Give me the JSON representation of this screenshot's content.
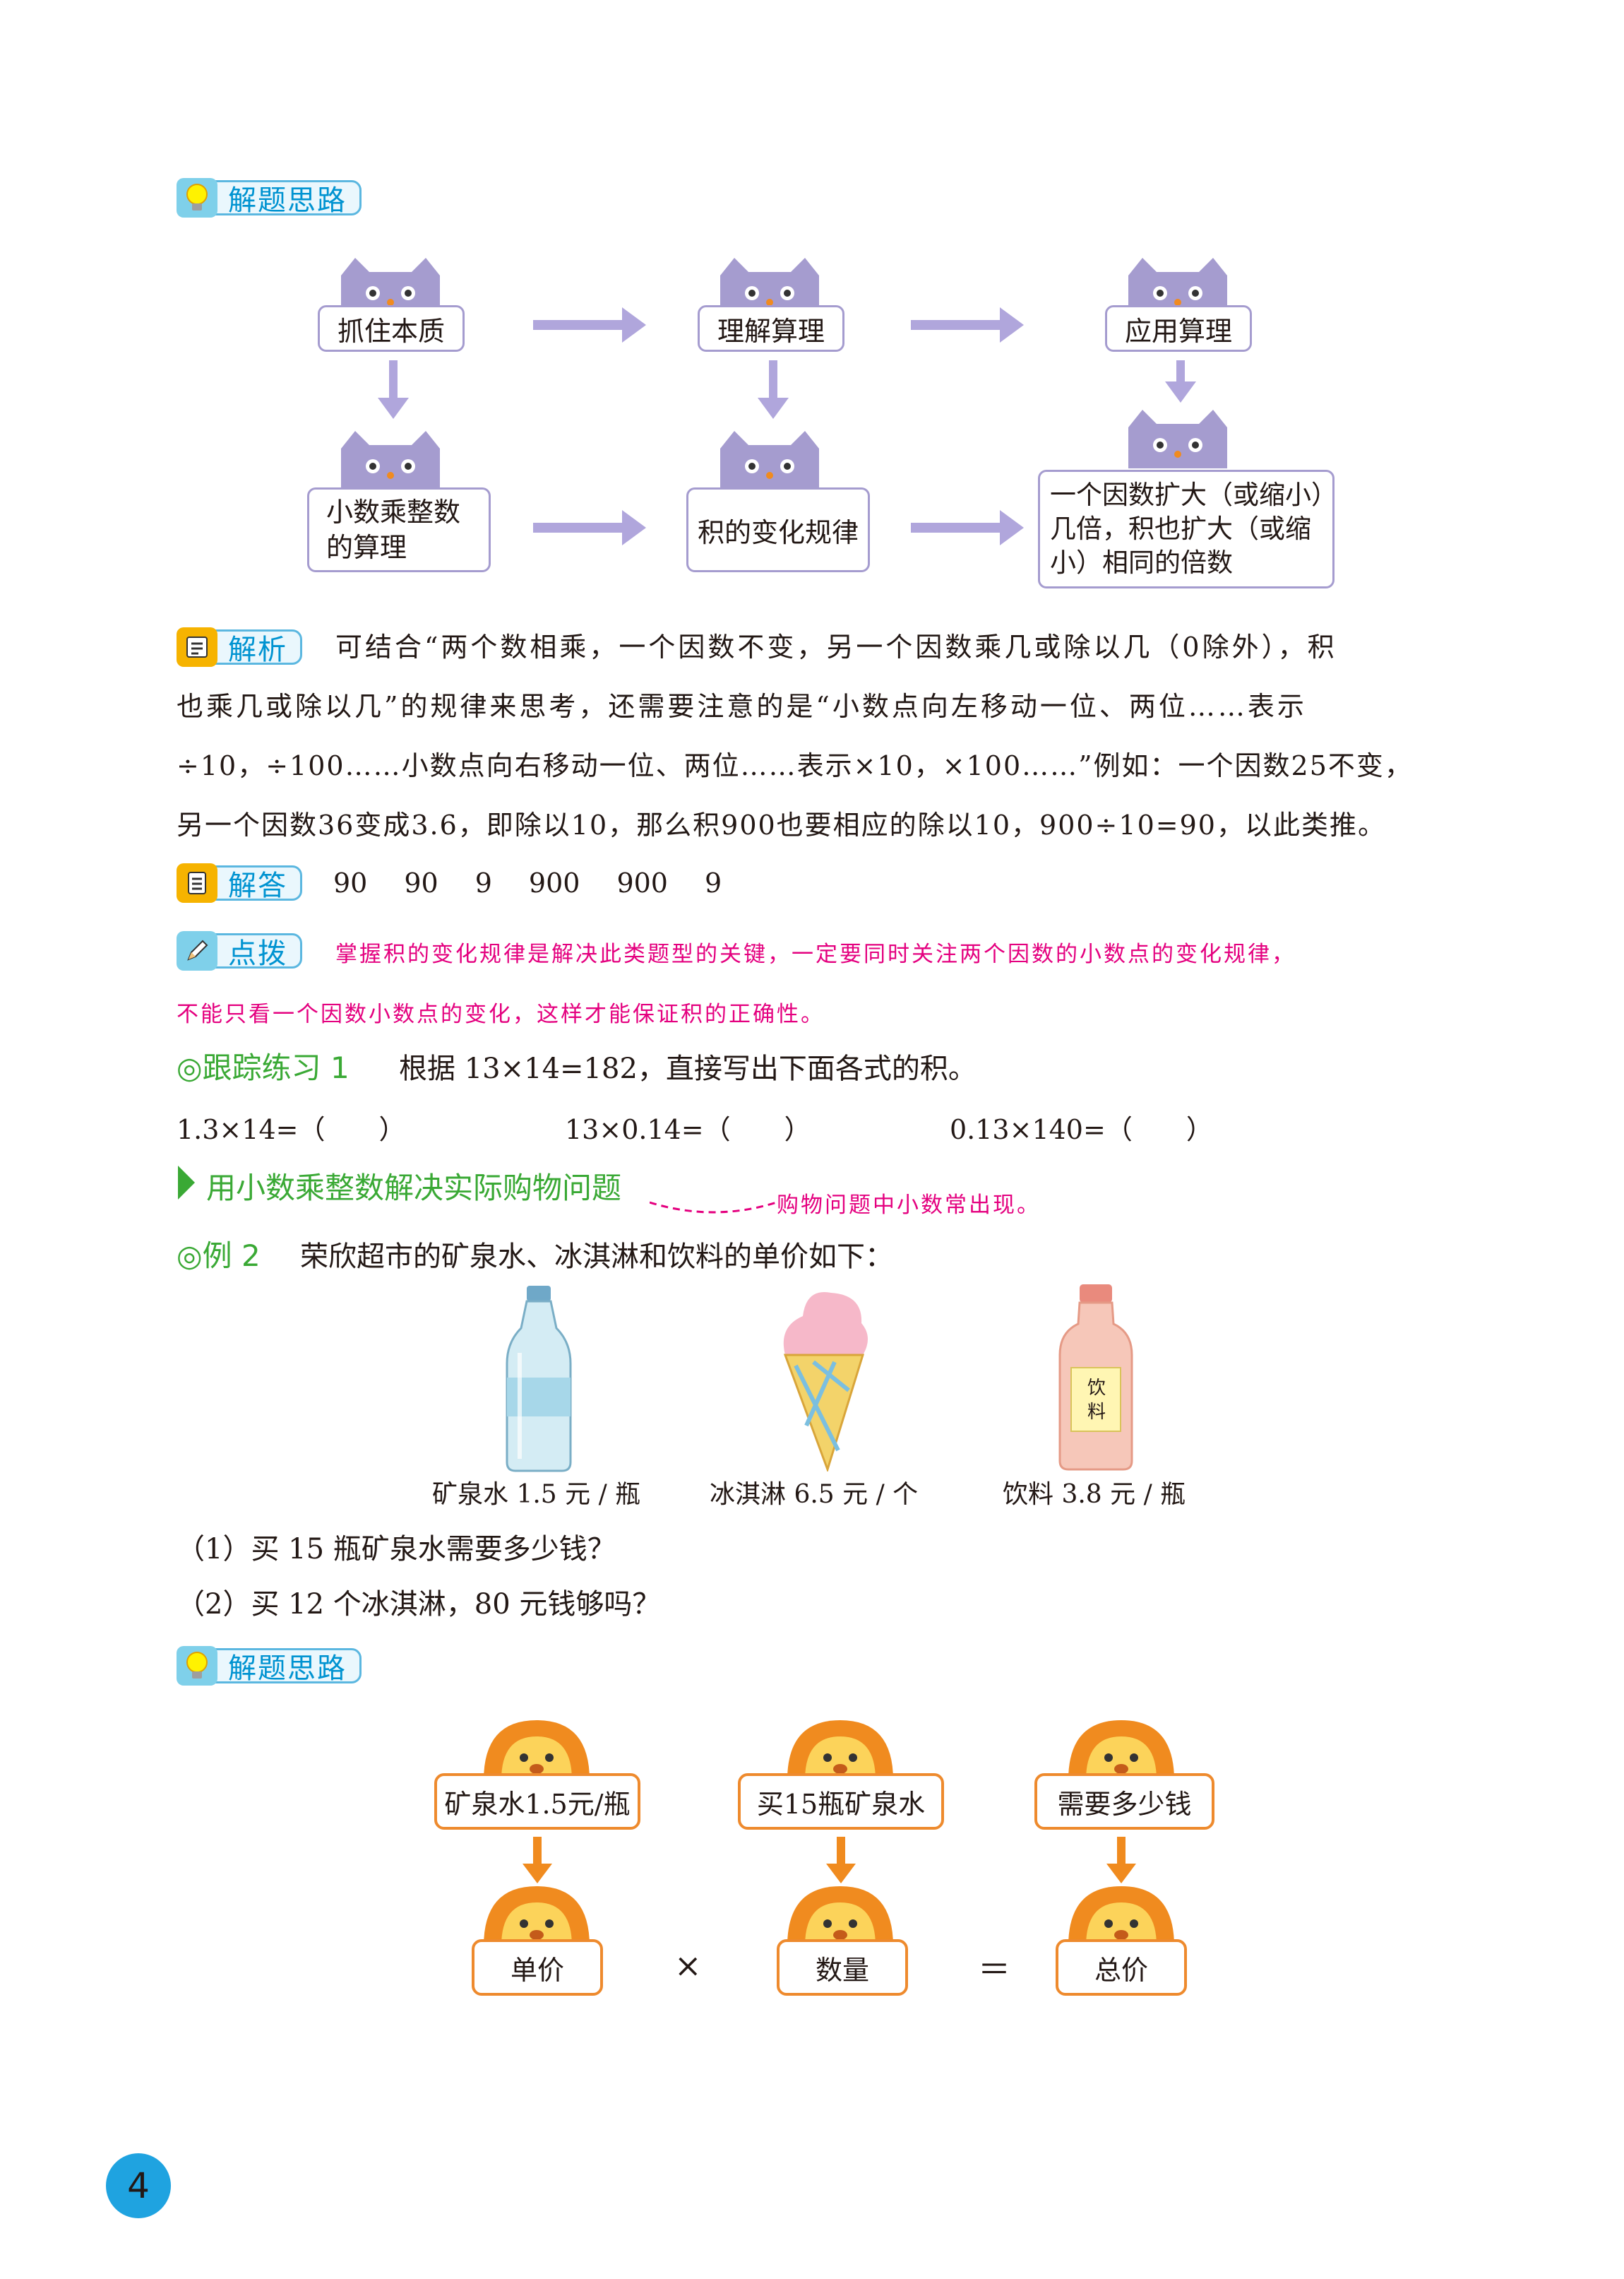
{
  "tags": {
    "thinking": "解题思路",
    "analysis": "解析",
    "answer": "解答",
    "tip": "点拨"
  },
  "flow1": {
    "boxes": [
      "抓住本质",
      "理解算理",
      "应用算理",
      "小数乘整数的算理",
      "积的变化规律",
      "一个因数扩大（或缩小）几倍，积也扩大（或缩小）相同的倍数"
    ]
  },
  "analysis_lines": [
    "可结合“两个数相乘，一个因数不变，另一个因数乘几或除以几（0除外），积",
    "也乘几或除以几”的规律来思考，还需要注意的是“小数点向左移动一位、两位……表示",
    "÷10，÷100……小数点向右移动一位、两位……表示×10，×100……”例如：一个因数25不变，",
    "另一个因数36变成3.6，即除以10，那么积900也要相应的除以10，900÷10=90，以此类推。"
  ],
  "answer_values": [
    "90",
    "90",
    "9",
    "900",
    "900",
    "9"
  ],
  "tip_lines": [
    "掌握积的变化规律是解决此类题型的关键，一定要同时关注两个因数的小数点的变化规律，",
    "不能只看一个因数小数点的变化，这样才能保证积的正确性。"
  ],
  "practice": {
    "label": "◎跟踪练习 1",
    "prompt": "根据 13×14=182，直接写出下面各式的积。",
    "items": [
      "1.3×14=（　　）",
      "13×0.14=（　　）",
      "0.13×140=（　　）"
    ]
  },
  "section": {
    "title": "用小数乘整数解决实际购物问题",
    "note": "购物问题中小数常出现。"
  },
  "example": {
    "label": "◎例 2",
    "prompt": "荣欣超市的矿泉水、冰淇淋和饮料的单价如下：",
    "products": [
      "矿泉水 1.5 元 / 瓶",
      "冰淇淋 6.5 元 / 个",
      "饮料 3.8 元 / 瓶"
    ],
    "drink_label": "饮料",
    "questions": [
      "（1）买 15 瓶矿泉水需要多少钱？",
      "（2）买 12 个冰淇淋，80 元钱够吗？"
    ]
  },
  "flow2": {
    "top": [
      "矿泉水1.5元/瓶",
      "买15瓶矿泉水",
      "需要多少钱"
    ],
    "bottom": [
      "单价",
      "数量",
      "总价"
    ],
    "operators": [
      "×",
      "＝"
    ]
  },
  "page_number": "4",
  "colors": {
    "accent_blue": "#0093d1",
    "green": "#3aa935",
    "pink": "#e4007f",
    "orange": "#f08b1f",
    "lavender": "#a59ccf"
  }
}
